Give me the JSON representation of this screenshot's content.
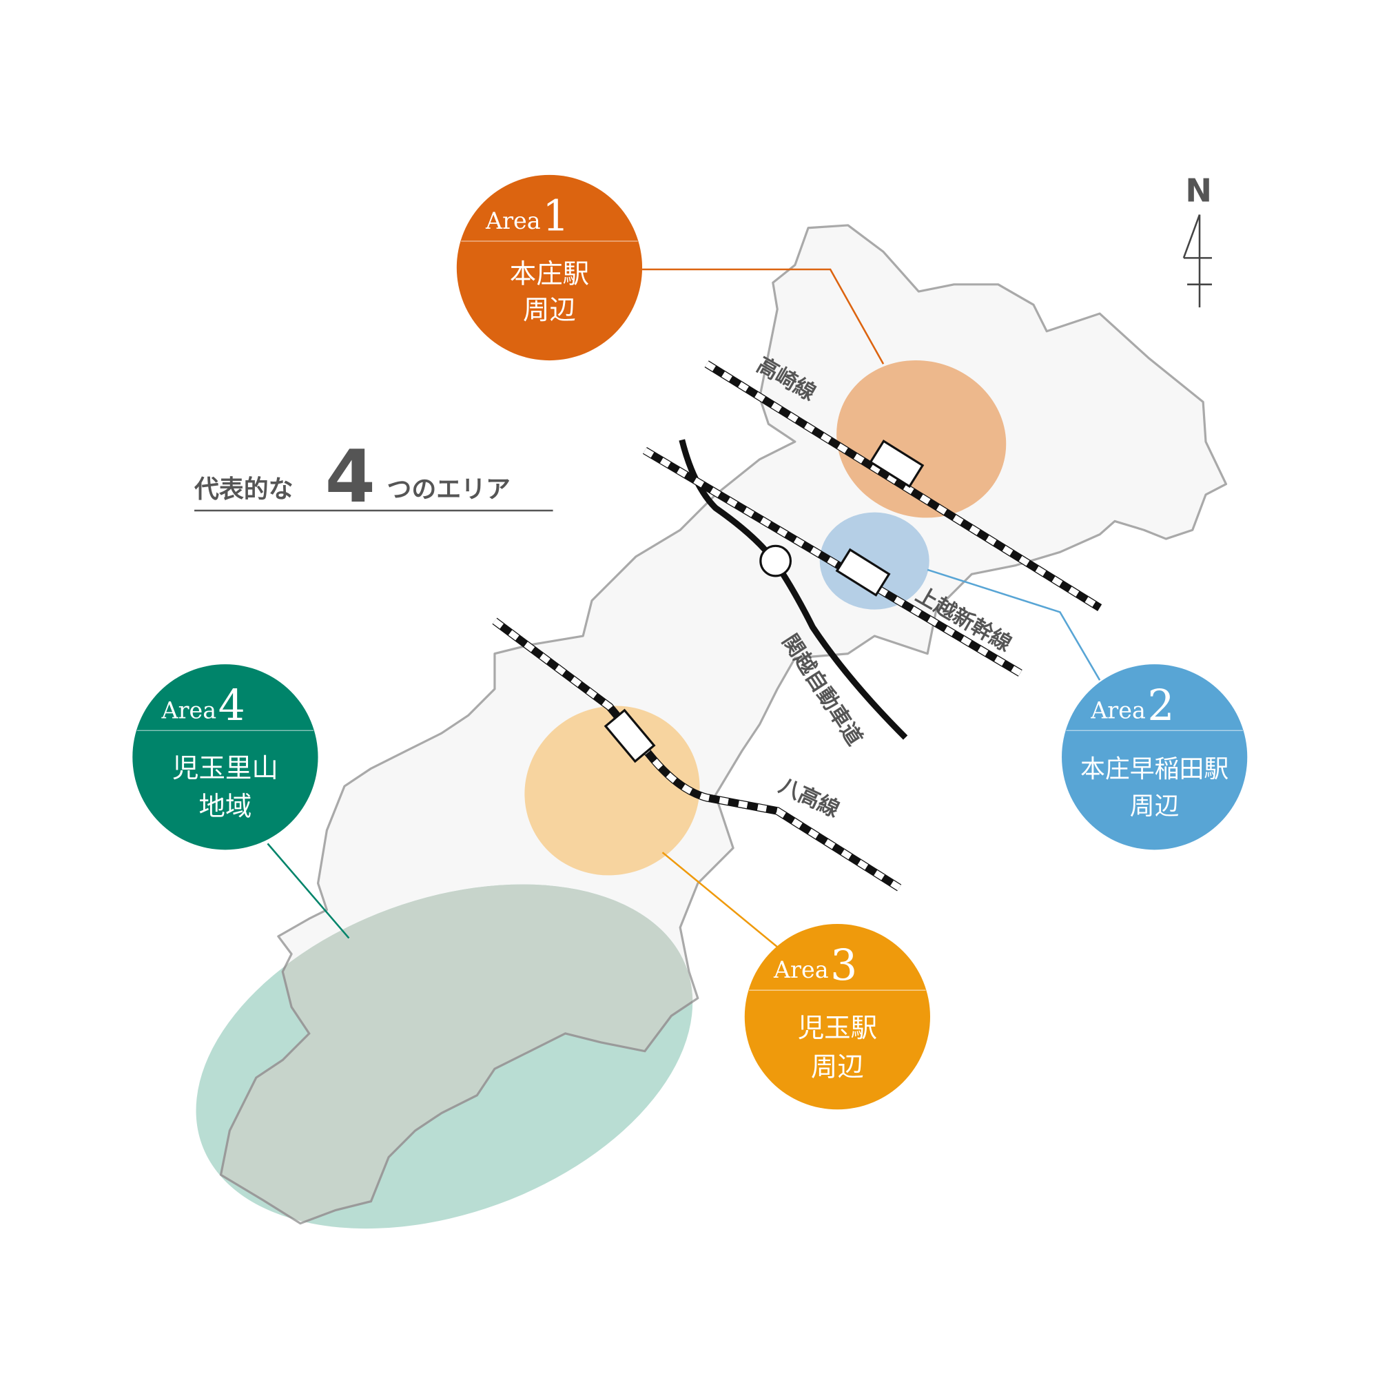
{
  "title": {
    "prefix": "代表的な",
    "number": "4",
    "suffix": "つのエリア"
  },
  "compass": {
    "label": "N"
  },
  "colors": {
    "area1": "#dc6410",
    "area2": "#58a5d5",
    "area3": "#ef9a0c",
    "area4": "#00846a"
  },
  "areas": [
    {
      "label": "Area",
      "num": "1",
      "line1": "本庄駅",
      "line2": "周辺"
    },
    {
      "label": "Area",
      "num": "2",
      "line1": "本庄早稲田駅",
      "line2": "周辺"
    },
    {
      "label": "Area",
      "num": "3",
      "line1": "児玉駅",
      "line2": "周辺"
    },
    {
      "label": "Area",
      "num": "4",
      "line1": "児玉里山",
      "line2": "地域"
    }
  ],
  "lines": {
    "takasaki": "高崎線",
    "joetsu": "上越新幹線",
    "hachiko": "八高線",
    "kanetsu": "関越自動車道"
  }
}
